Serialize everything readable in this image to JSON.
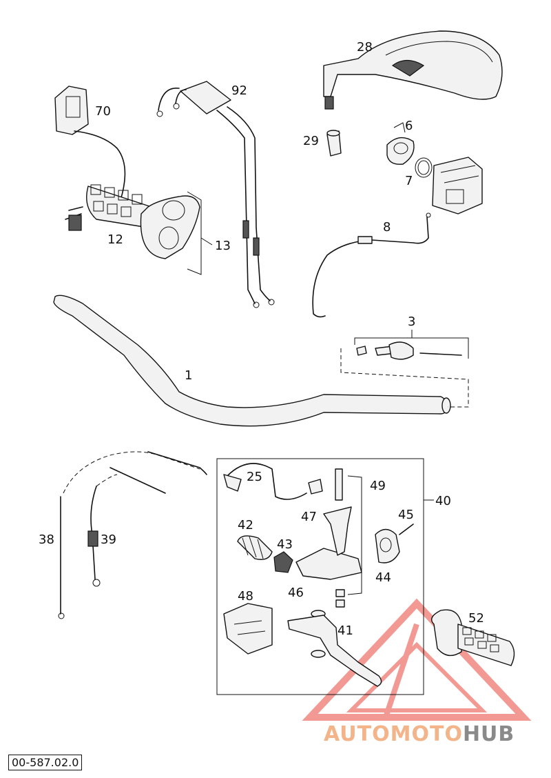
{
  "document": {
    "drawing_code": "00-587.02.0"
  },
  "watermark": {
    "part_auto": "AUTO",
    "part_moto": "MOTO",
    "part_hub": "HUB",
    "accent_color": "#e8463c",
    "text_color_light": "#f3b48a",
    "text_color_dark": "#8a8a8a"
  },
  "callouts": [
    {
      "id": "1",
      "label": "1"
    },
    {
      "id": "3",
      "label": "3"
    },
    {
      "id": "6",
      "label": "6"
    },
    {
      "id": "7",
      "label": "7"
    },
    {
      "id": "8",
      "label": "8"
    },
    {
      "id": "12",
      "label": "12"
    },
    {
      "id": "13",
      "label": "13"
    },
    {
      "id": "25",
      "label": "25"
    },
    {
      "id": "28",
      "label": "28"
    },
    {
      "id": "29",
      "label": "29"
    },
    {
      "id": "38",
      "label": "38"
    },
    {
      "id": "39",
      "label": "39"
    },
    {
      "id": "40",
      "label": "40"
    },
    {
      "id": "41",
      "label": "41"
    },
    {
      "id": "42",
      "label": "42"
    },
    {
      "id": "43",
      "label": "43"
    },
    {
      "id": "44",
      "label": "44"
    },
    {
      "id": "45",
      "label": "45"
    },
    {
      "id": "46",
      "label": "46"
    },
    {
      "id": "47",
      "label": "47"
    },
    {
      "id": "48",
      "label": "48"
    },
    {
      "id": "49",
      "label": "49"
    },
    {
      "id": "52",
      "label": "52"
    },
    {
      "id": "70",
      "label": "70"
    },
    {
      "id": "92",
      "label": "92"
    }
  ]
}
